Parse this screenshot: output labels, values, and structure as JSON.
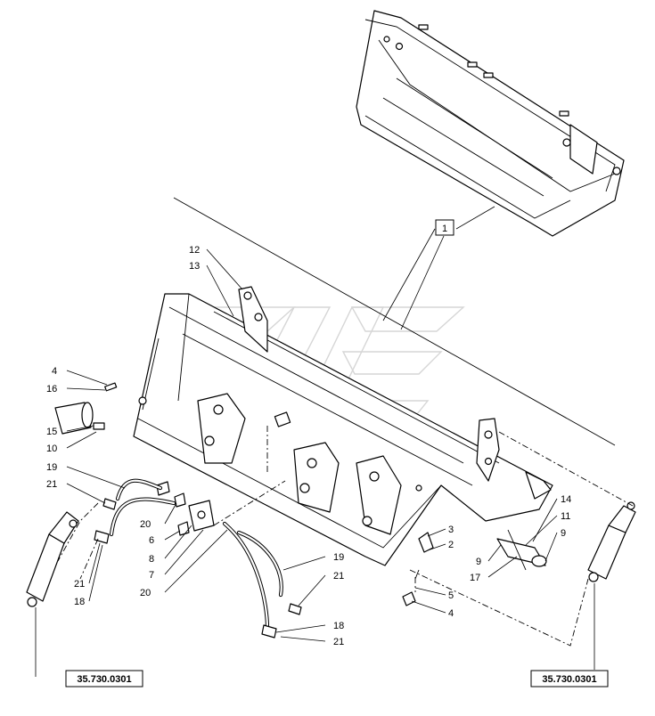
{
  "diagram": {
    "callouts": [
      {
        "id": "c1",
        "label": "1"
      },
      {
        "id": "c12",
        "label": "12"
      },
      {
        "id": "c13",
        "label": "13"
      },
      {
        "id": "c4a",
        "label": "4"
      },
      {
        "id": "c16",
        "label": "16"
      },
      {
        "id": "c15",
        "label": "15"
      },
      {
        "id": "c10",
        "label": "10"
      },
      {
        "id": "c19a",
        "label": "19"
      },
      {
        "id": "c21a",
        "label": "21"
      },
      {
        "id": "c20a",
        "label": "20"
      },
      {
        "id": "c6",
        "label": "6"
      },
      {
        "id": "c8",
        "label": "8"
      },
      {
        "id": "c7",
        "label": "7"
      },
      {
        "id": "c20b",
        "label": "20"
      },
      {
        "id": "c21b",
        "label": "21"
      },
      {
        "id": "c18a",
        "label": "18"
      },
      {
        "id": "c19b",
        "label": "19"
      },
      {
        "id": "c21c",
        "label": "21"
      },
      {
        "id": "c18b",
        "label": "18"
      },
      {
        "id": "c21d",
        "label": "21"
      },
      {
        "id": "c3",
        "label": "3"
      },
      {
        "id": "c2",
        "label": "2"
      },
      {
        "id": "c5",
        "label": "5"
      },
      {
        "id": "c4b",
        "label": "4"
      },
      {
        "id": "c14",
        "label": "14"
      },
      {
        "id": "c11",
        "label": "11"
      },
      {
        "id": "c9a",
        "label": "9"
      },
      {
        "id": "c9b",
        "label": "9"
      },
      {
        "id": "c17",
        "label": "17"
      }
    ],
    "references": [
      {
        "id": "ref-left",
        "label": "35.730.0301"
      },
      {
        "id": "ref-right",
        "label": "35.730.0301"
      }
    ]
  }
}
